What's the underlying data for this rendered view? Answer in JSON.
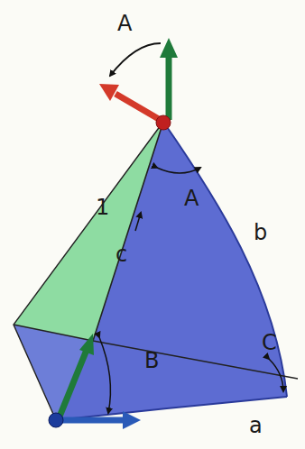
{
  "diagram": {
    "labels": [
      "A",
      "1",
      "A",
      "b",
      "c",
      "B",
      "C",
      "a"
    ]
  }
}
